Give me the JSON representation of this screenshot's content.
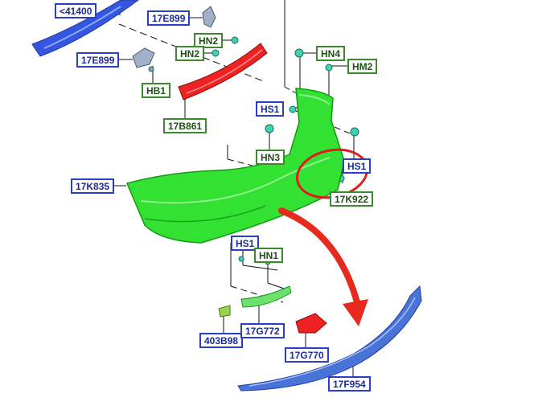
{
  "colors": {
    "blue_label_border": "#2a3fc8",
    "green_label_border": "#3b8a2e",
    "bumper_cover": "#33e133",
    "bracket_red": "#ee2222",
    "reinforcement_blue": "#3557e0",
    "valance_blue": "#4a73d8",
    "callout_circle": "#e01b1b",
    "callout_arrow": "#e62a1e"
  },
  "labels": {
    "p41400": "<41400",
    "p17E899a": "17E899",
    "p17E899b": "17E899",
    "hn2a": "HN2",
    "hn2b": "HN2",
    "hb1": "HB1",
    "p17B861": "17B861",
    "hn4": "HN4",
    "hm2": "HM2",
    "hs1a": "HS1",
    "hn3": "HN3",
    "hs1c": "HS1",
    "p17K922": "17K922",
    "p17K835": "17K835",
    "hs1b": "HS1",
    "hn1": "HN1",
    "p403B98": "403B98",
    "p17G772": "17G772",
    "p17G770": "17G770",
    "p17F954": "17F954"
  }
}
